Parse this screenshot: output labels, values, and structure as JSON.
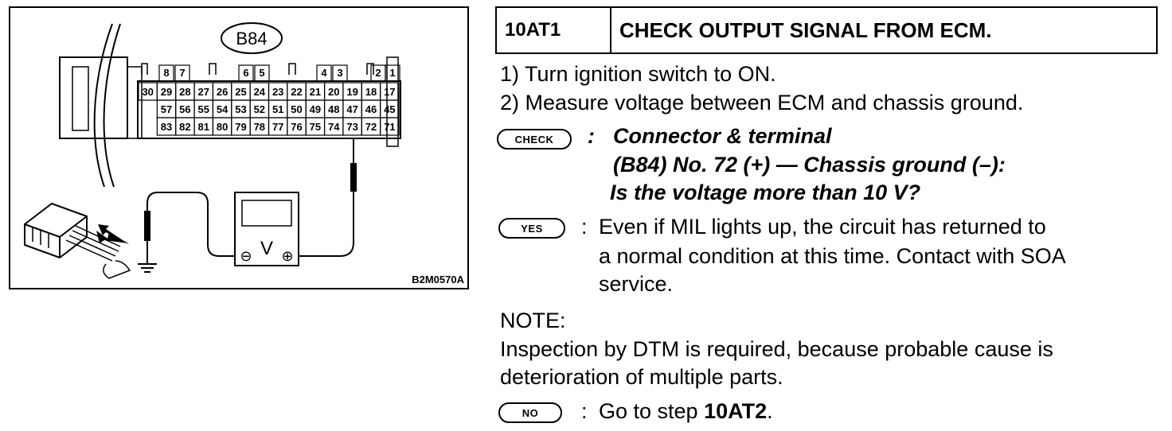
{
  "figure": {
    "connector_label": "B84",
    "figure_code": "B2M0570A",
    "top_row_pins": [
      "8",
      "7",
      "6",
      "5",
      "4",
      "3",
      "2",
      "1"
    ],
    "row1": [
      "30",
      "29",
      "28",
      "27",
      "26",
      "25",
      "24",
      "23",
      "22",
      "21",
      "20",
      "19",
      "18",
      "17"
    ],
    "row2": [
      "57",
      "56",
      "55",
      "54",
      "53",
      "52",
      "51",
      "50",
      "49",
      "48",
      "47",
      "46",
      "45"
    ],
    "row3": [
      "83",
      "82",
      "81",
      "80",
      "79",
      "78",
      "77",
      "76",
      "75",
      "74",
      "73",
      "72",
      "71"
    ],
    "meter_symbol": "V",
    "meter_minus": "⊖",
    "meter_plus": "⊕"
  },
  "step": {
    "id": "10AT1",
    "title": "CHECK OUTPUT SIGNAL FROM ECM."
  },
  "instructions": [
    "1)  Turn ignition switch to ON.",
    "2)  Measure voltage between ECM and chassis ground."
  ],
  "check": {
    "badge": "CHECK",
    "separator": ":",
    "lines": [
      "Connector & terminal",
      "(B84) No. 72 (+) — Chassis ground (–):",
      "Is the voltage more than 10 V?"
    ]
  },
  "yes": {
    "badge": "YES",
    "separator": ":",
    "lines": [
      "Even if MIL lights up, the circuit has returned to",
      "a normal condition at this time. Contact with SOA",
      "service."
    ]
  },
  "note": {
    "label": "NOTE:",
    "lines": [
      "Inspection by DTM is required, because probable cause is",
      "deterioration of multiple parts."
    ]
  },
  "no": {
    "badge": "NO",
    "separator": ":",
    "prefix": "Go to step ",
    "target": "10AT2",
    "suffix": "."
  }
}
